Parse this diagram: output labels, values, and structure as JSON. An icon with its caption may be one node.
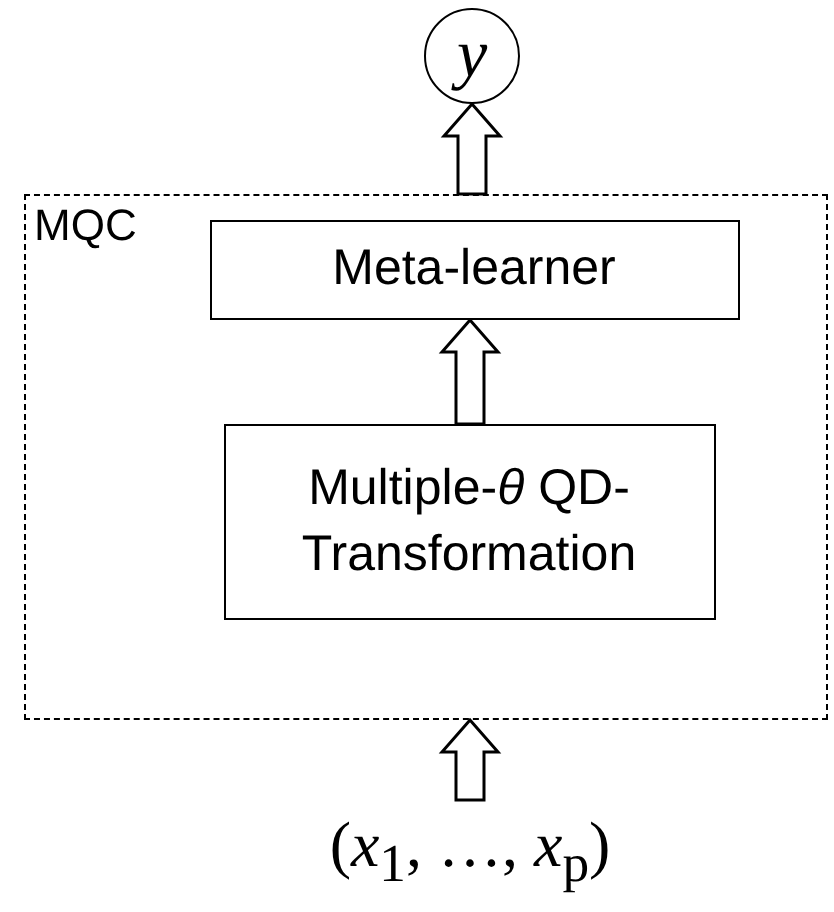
{
  "diagram": {
    "nodes": [
      {
        "text": [
          "y"
        ]
      },
      {
        "text": [
          "MQC"
        ]
      },
      {
        "text": [
          "Meta-learner"
        ],
        "in": 1
      },
      {
        "text": [
          "Multiple-*θ* QD-Transformation"
        ],
        "in": 1
      },
      {
        "text": [
          "(*x*$_{1}$, …, *x*$_{p}$)"
        ]
      }
    ],
    "edges": [
      {
        "from": 4,
        "to": 1,
        "arrow": "to"
      },
      {
        "from": 3,
        "to": 2,
        "arrow": "to"
      },
      {
        "from": 1,
        "to": 0,
        "arrow": "to"
      }
    ]
  }
}
